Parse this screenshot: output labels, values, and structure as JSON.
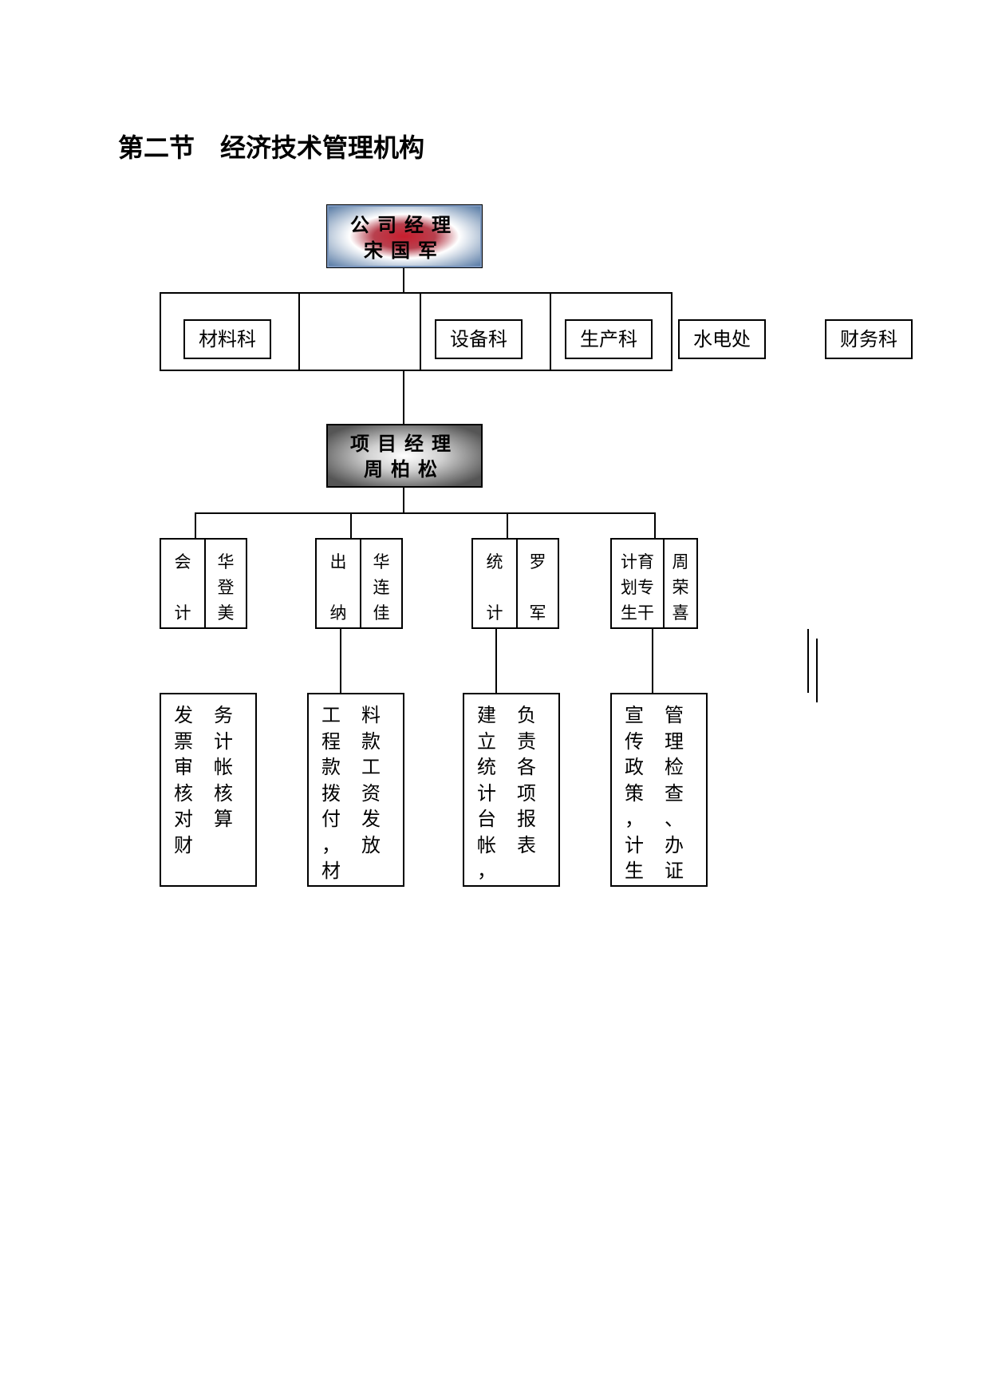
{
  "title": "第二节　经济技术管理机构",
  "company_manager": {
    "role": "公司经理",
    "name": "宋国军"
  },
  "departments": [
    "材料科",
    "设备科",
    "生产科",
    "水电处",
    "财务科"
  ],
  "project_manager": {
    "role": "项目经理",
    "name": "周柏松"
  },
  "staff": [
    {
      "role": [
        "会",
        "计"
      ],
      "name": [
        "华",
        "登",
        "美"
      ]
    },
    {
      "role": [
        "出",
        "纳"
      ],
      "name": [
        "华",
        "连",
        "佳"
      ]
    },
    {
      "role": [
        "统",
        "计"
      ],
      "name": [
        "罗",
        "军"
      ]
    },
    {
      "role": [
        "计育",
        "划专",
        "生干"
      ],
      "name": [
        "周",
        "荣",
        "喜"
      ]
    }
  ],
  "duties": [
    {
      "left": [
        "发",
        "票",
        "审",
        "核",
        "对",
        "财"
      ],
      "right": [
        "务",
        "计",
        "帐",
        "核",
        "算"
      ]
    },
    {
      "left": [
        "工",
        "程",
        "款",
        "拨",
        "付",
        "，",
        "材"
      ],
      "right": [
        "料",
        "款",
        "工",
        "资",
        "发",
        "放"
      ]
    },
    {
      "left": [
        "建",
        "立",
        "统",
        "计",
        "台",
        "帐",
        "，"
      ],
      "right": [
        "负",
        "责",
        "各",
        "项",
        "报",
        "表"
      ]
    },
    {
      "left": [
        "宣",
        "传",
        "政",
        "策",
        "，",
        "计",
        "生"
      ],
      "right": [
        "管",
        "理",
        "检",
        "查",
        "、",
        "办",
        "证"
      ]
    }
  ]
}
